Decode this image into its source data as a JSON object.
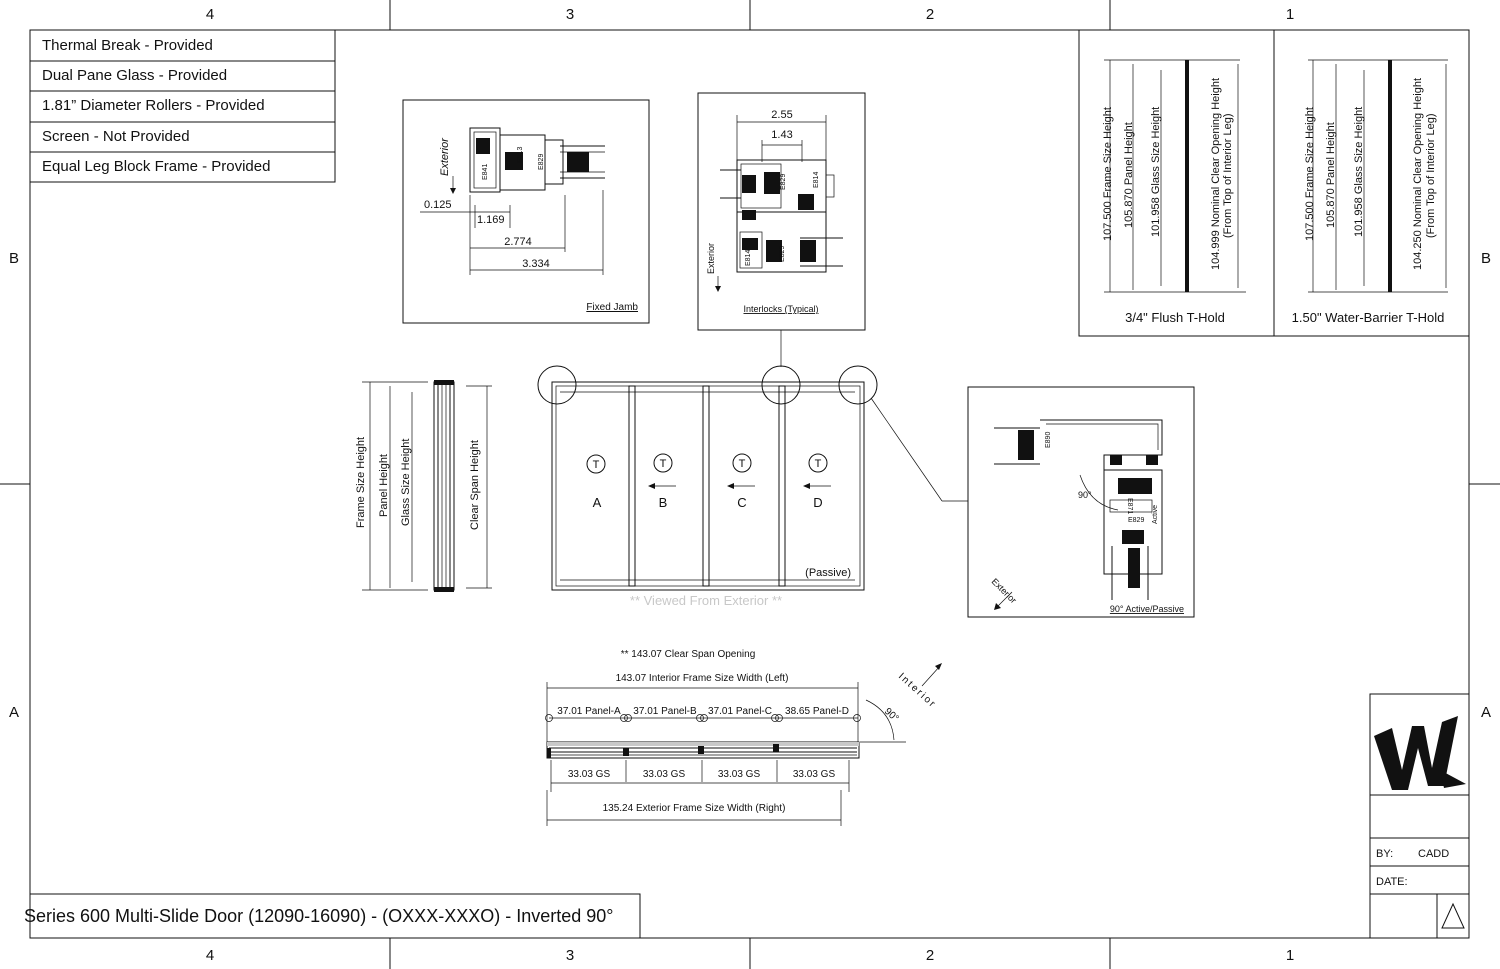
{
  "border": {
    "columns_top": [
      "4",
      "3",
      "2",
      "1"
    ],
    "columns_bottom": [
      "4",
      "3",
      "2",
      "1"
    ],
    "rows_left": [
      "B",
      "A"
    ],
    "rows_right": [
      "B",
      "A"
    ]
  },
  "features": [
    "Thermal Break - Provided",
    "Dual Pane Glass - Provided",
    "1.81” Diameter Rollers - Provided",
    "Screen - Not Provided",
    "Equal Leg Block Frame - Provided"
  ],
  "fixed_jamb": {
    "title": "Fixed Jamb",
    "exterior": "Exterior",
    "dims": [
      "0.125",
      "1.169",
      "2.774",
      "3.334"
    ],
    "parts": [
      "E841",
      "E813",
      "E829"
    ]
  },
  "interlocks": {
    "title": "Interlocks (Typical)",
    "dims": [
      "2.55",
      "1.43"
    ],
    "exterior": "Exterior",
    "parts": [
      "E829",
      "E814",
      "E814",
      "E829"
    ]
  },
  "t_hold_flush": {
    "title": "3/4\" Flush T-Hold",
    "dims": [
      "107.500 Frame Size Height",
      "105.870 Panel Height",
      "101.958 Glass Size Height",
      "104.999 Nominal Clear Opening Height",
      "(From Top of Interior Leg)"
    ]
  },
  "t_hold_water": {
    "title": "1.50\" Water-Barrier T-Hold",
    "dims": [
      "107.500 Frame Size Height",
      "105.870 Panel Height",
      "101.958 Glass Size Height",
      "104.250 Nominal Clear Opening Height",
      "(From Top of Interior Leg)"
    ]
  },
  "side_section": {
    "labels": [
      "Frame Size Height",
      "Panel Height",
      "Glass Size Height",
      "Clear Span Height"
    ]
  },
  "elevation": {
    "panels": [
      {
        "id": "A",
        "t": "T"
      },
      {
        "id": "B",
        "t": "T"
      },
      {
        "id": "C",
        "t": "T"
      },
      {
        "id": "D",
        "t": "T"
      }
    ],
    "passive": "(Passive)",
    "viewed": "** Viewed From Exterior **"
  },
  "corner_detail": {
    "title": "90° Active/Passive",
    "angle": "90°",
    "exterior": "Exterior",
    "active": "Active",
    "parts": [
      "E890",
      "E871",
      "E829"
    ]
  },
  "plan": {
    "clear_span": "** 143.07 Clear Span Opening",
    "interior_width": "143.07 Interior Frame Size Width (Left)",
    "panels": [
      "37.01 Panel-A",
      "37.01 Panel-B",
      "37.01 Panel-C",
      "38.65 Panel-D"
    ],
    "gs": [
      "33.03 GS",
      "33.03 GS",
      "33.03 GS",
      "33.03 GS"
    ],
    "exterior_width": "135.24 Exterior Frame Size Width (Right)",
    "interior": "Interior",
    "angle": "90°"
  },
  "title_block": {
    "title": "Series 600 Multi-Slide Door (12090-16090) - (OXXX-XXXO) - Inverted 90°",
    "by_label": "BY:",
    "by_value": "CADD",
    "date_label": "DATE:",
    "logo": "W"
  }
}
